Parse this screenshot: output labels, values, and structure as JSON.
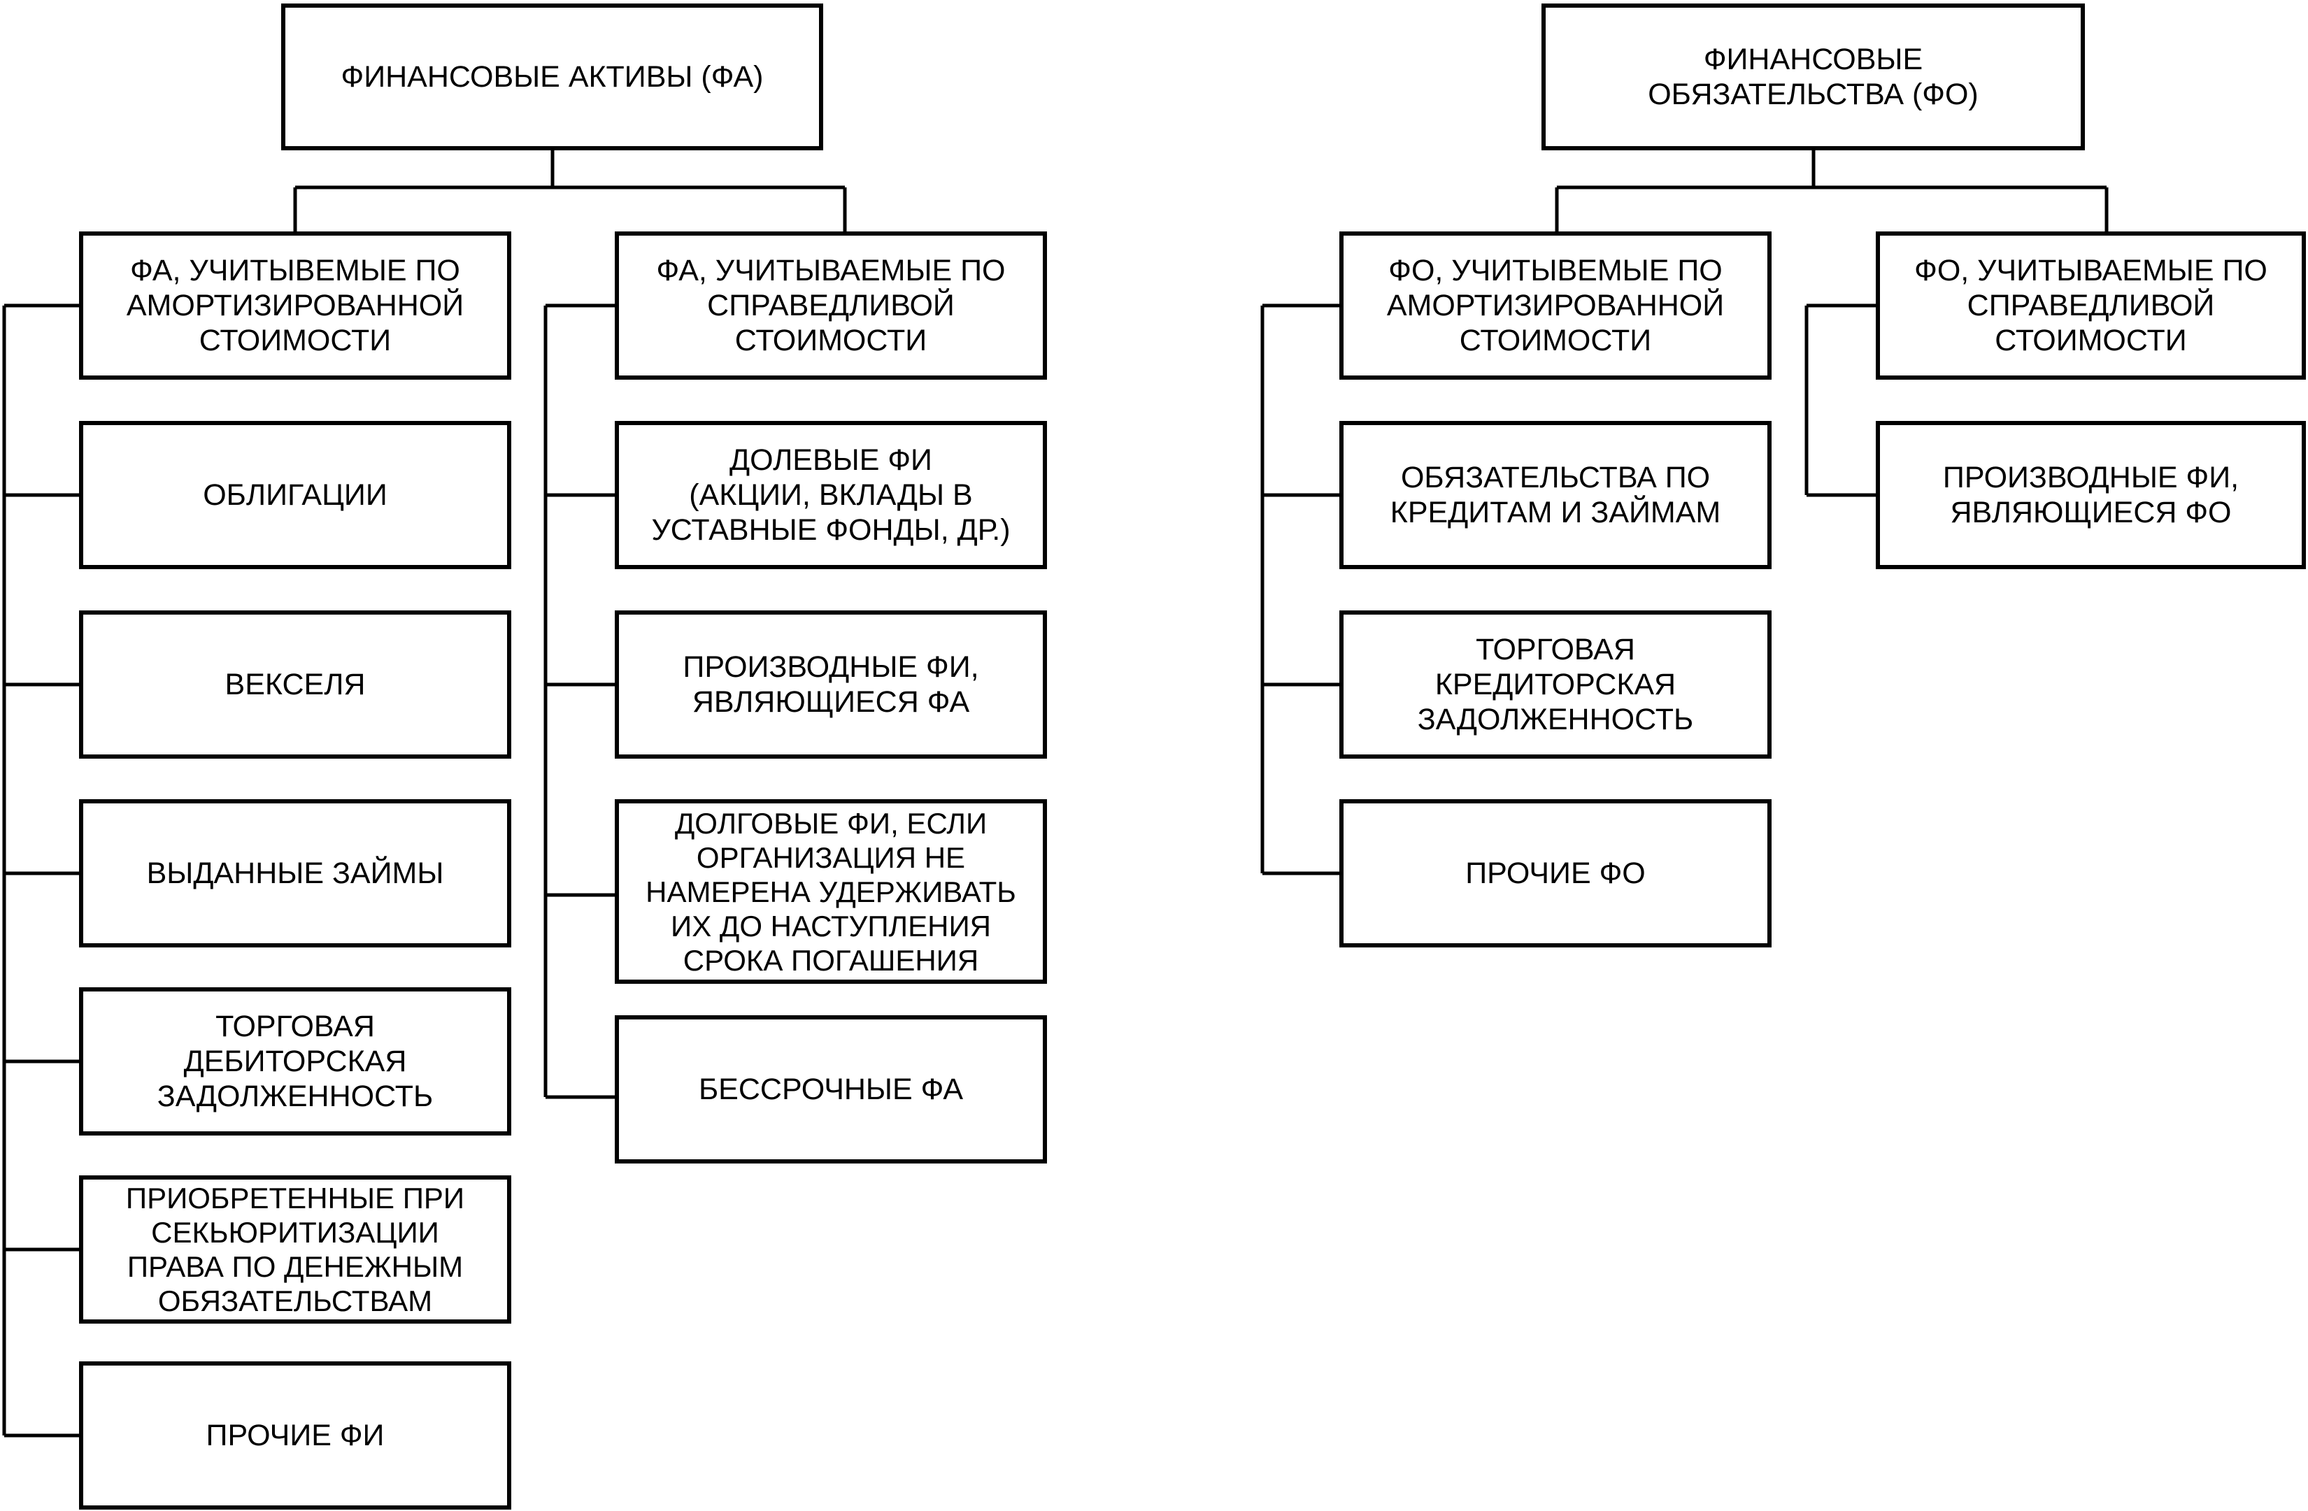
{
  "assets": {
    "root": "ФИНАНСОВЫЕ АКТИВЫ (ФА)",
    "amortized": {
      "title": "ФА, УЧИТЫВЕМЫЕ ПО\nАМОРТИЗИРОВАННОЙ\nСТОИМОСТИ",
      "items": [
        "ОБЛИГАЦИИ",
        "ВЕКСЕЛЯ",
        "ВЫДАННЫЕ ЗАЙМЫ",
        "ТОРГОВАЯ\nДЕБИТОРСКАЯ\nЗАДОЛЖЕННОСТЬ",
        "ПРИОБРЕТЕННЫЕ ПРИ\nСЕКЬЮРИТИЗАЦИИ\nПРАВА ПО ДЕНЕЖНЫМ\nОБЯЗАТЕЛЬСТВАМ",
        "ПРОЧИЕ ФИ"
      ]
    },
    "fair": {
      "title": "ФА, УЧИТЫВАЕМЫЕ ПО\nСПРАВЕДЛИВОЙ\nСТОИМОСТИ",
      "items": [
        "ДОЛЕВЫЕ ФИ\n(АКЦИИ, ВКЛАДЫ В\nУСТАВНЫЕ ФОНДЫ, ДР.)",
        "ПРОИЗВОДНЫЕ ФИ,\nЯВЛЯЮЩИЕСЯ ФА",
        "ДОЛГОВЫЕ ФИ, ЕСЛИ\nОРГАНИЗАЦИЯ НЕ\nНАМЕРЕНА УДЕРЖИВАТЬ\nИХ ДО НАСТУПЛЕНИЯ\nСРОКА ПОГАШЕНИЯ",
        "БЕССРОЧНЫЕ ФА"
      ]
    }
  },
  "liabilities": {
    "root": "ФИНАНСОВЫЕ\nОБЯЗАТЕЛЬСТВА (ФО)",
    "amortized": {
      "title": "ФО, УЧИТЫВЕМЫЕ ПО\nАМОРТИЗИРОВАННОЙ\nСТОИМОСТИ",
      "items": [
        "ОБЯЗАТЕЛЬСТВА ПО\nКРЕДИТАМ И ЗАЙМАМ",
        "ТОРГОВАЯ\nКРЕДИТОРСКАЯ\nЗАДОЛЖЕННОСТЬ",
        "ПРОЧИЕ ФО"
      ]
    },
    "fair": {
      "title": "ФО, УЧИТЫВАЕМЫЕ ПО\nСПРАВЕДЛИВОЙ\nСТОИМОСТИ",
      "items": [
        "ПРОИЗВОДНЫЕ ФИ,\nЯВЛЯЮЩИЕСЯ ФО"
      ]
    }
  }
}
